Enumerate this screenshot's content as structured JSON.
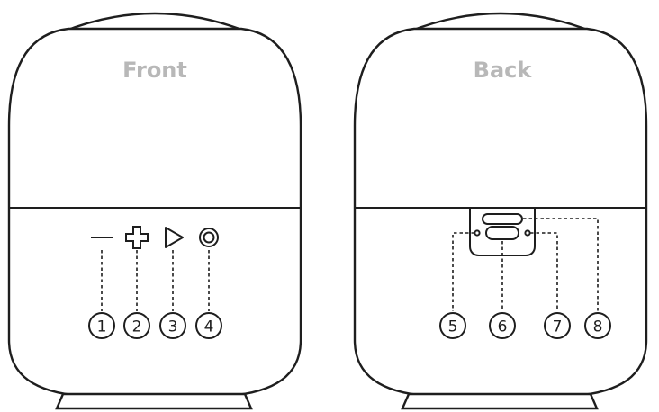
{
  "views": {
    "front": {
      "label": "Front"
    },
    "back": {
      "label": "Back"
    }
  },
  "callouts": {
    "front": [
      "1",
      "2",
      "3",
      "4"
    ],
    "back": [
      "5",
      "6",
      "7",
      "8"
    ]
  },
  "icons": {
    "front_buttons": [
      "minus-icon",
      "plus-icon",
      "play-icon",
      "power-icon"
    ],
    "back_ports": [
      "led-indicator",
      "usb-c-port",
      "led-indicator",
      "aux-slot"
    ]
  }
}
